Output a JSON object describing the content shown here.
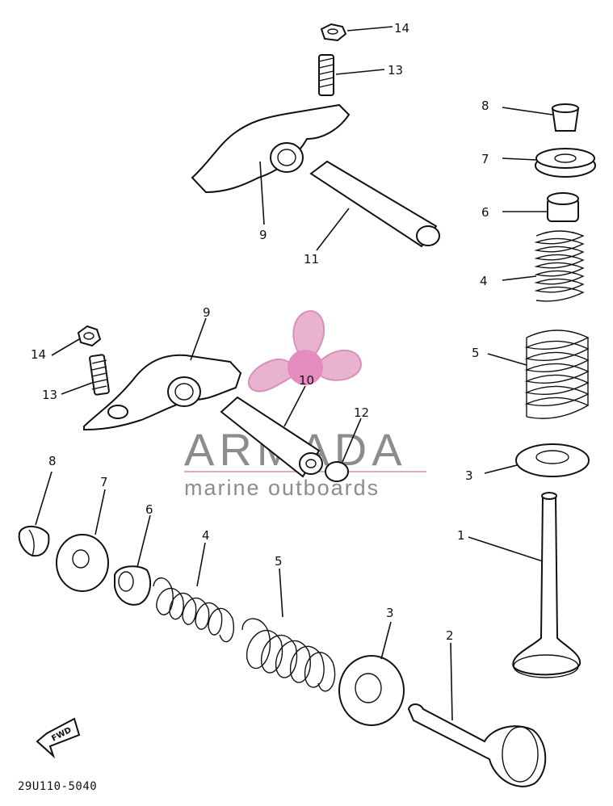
{
  "diagram": {
    "part_code": "29U110-5040",
    "callouts": {
      "c14_top": "14",
      "c13_top": "13",
      "c9_top": "9",
      "c11": "11",
      "c8_right": "8",
      "c7_right": "7",
      "c6_right": "6",
      "c4_right": "4",
      "c5_right": "5",
      "c3_right": "3",
      "c1": "1",
      "c9_mid": "9",
      "c14_left": "14",
      "c13_left": "13",
      "c10": "10",
      "c12": "12",
      "c8_bottom": "8",
      "c7_bottom": "7",
      "c6_bottom": "6",
      "c4_bottom": "4",
      "c5_bottom": "5",
      "c3_bottom": "3",
      "c2": "2"
    },
    "fwd_label": "FWD"
  },
  "watermark": {
    "title": "ARMADA",
    "subtitle": "marine outboards",
    "logo_color": "#e6a6c8",
    "logo_center_color": "#e58cbf",
    "divider_color": "#e6a6c8",
    "text_color": "#8c8c8c"
  }
}
